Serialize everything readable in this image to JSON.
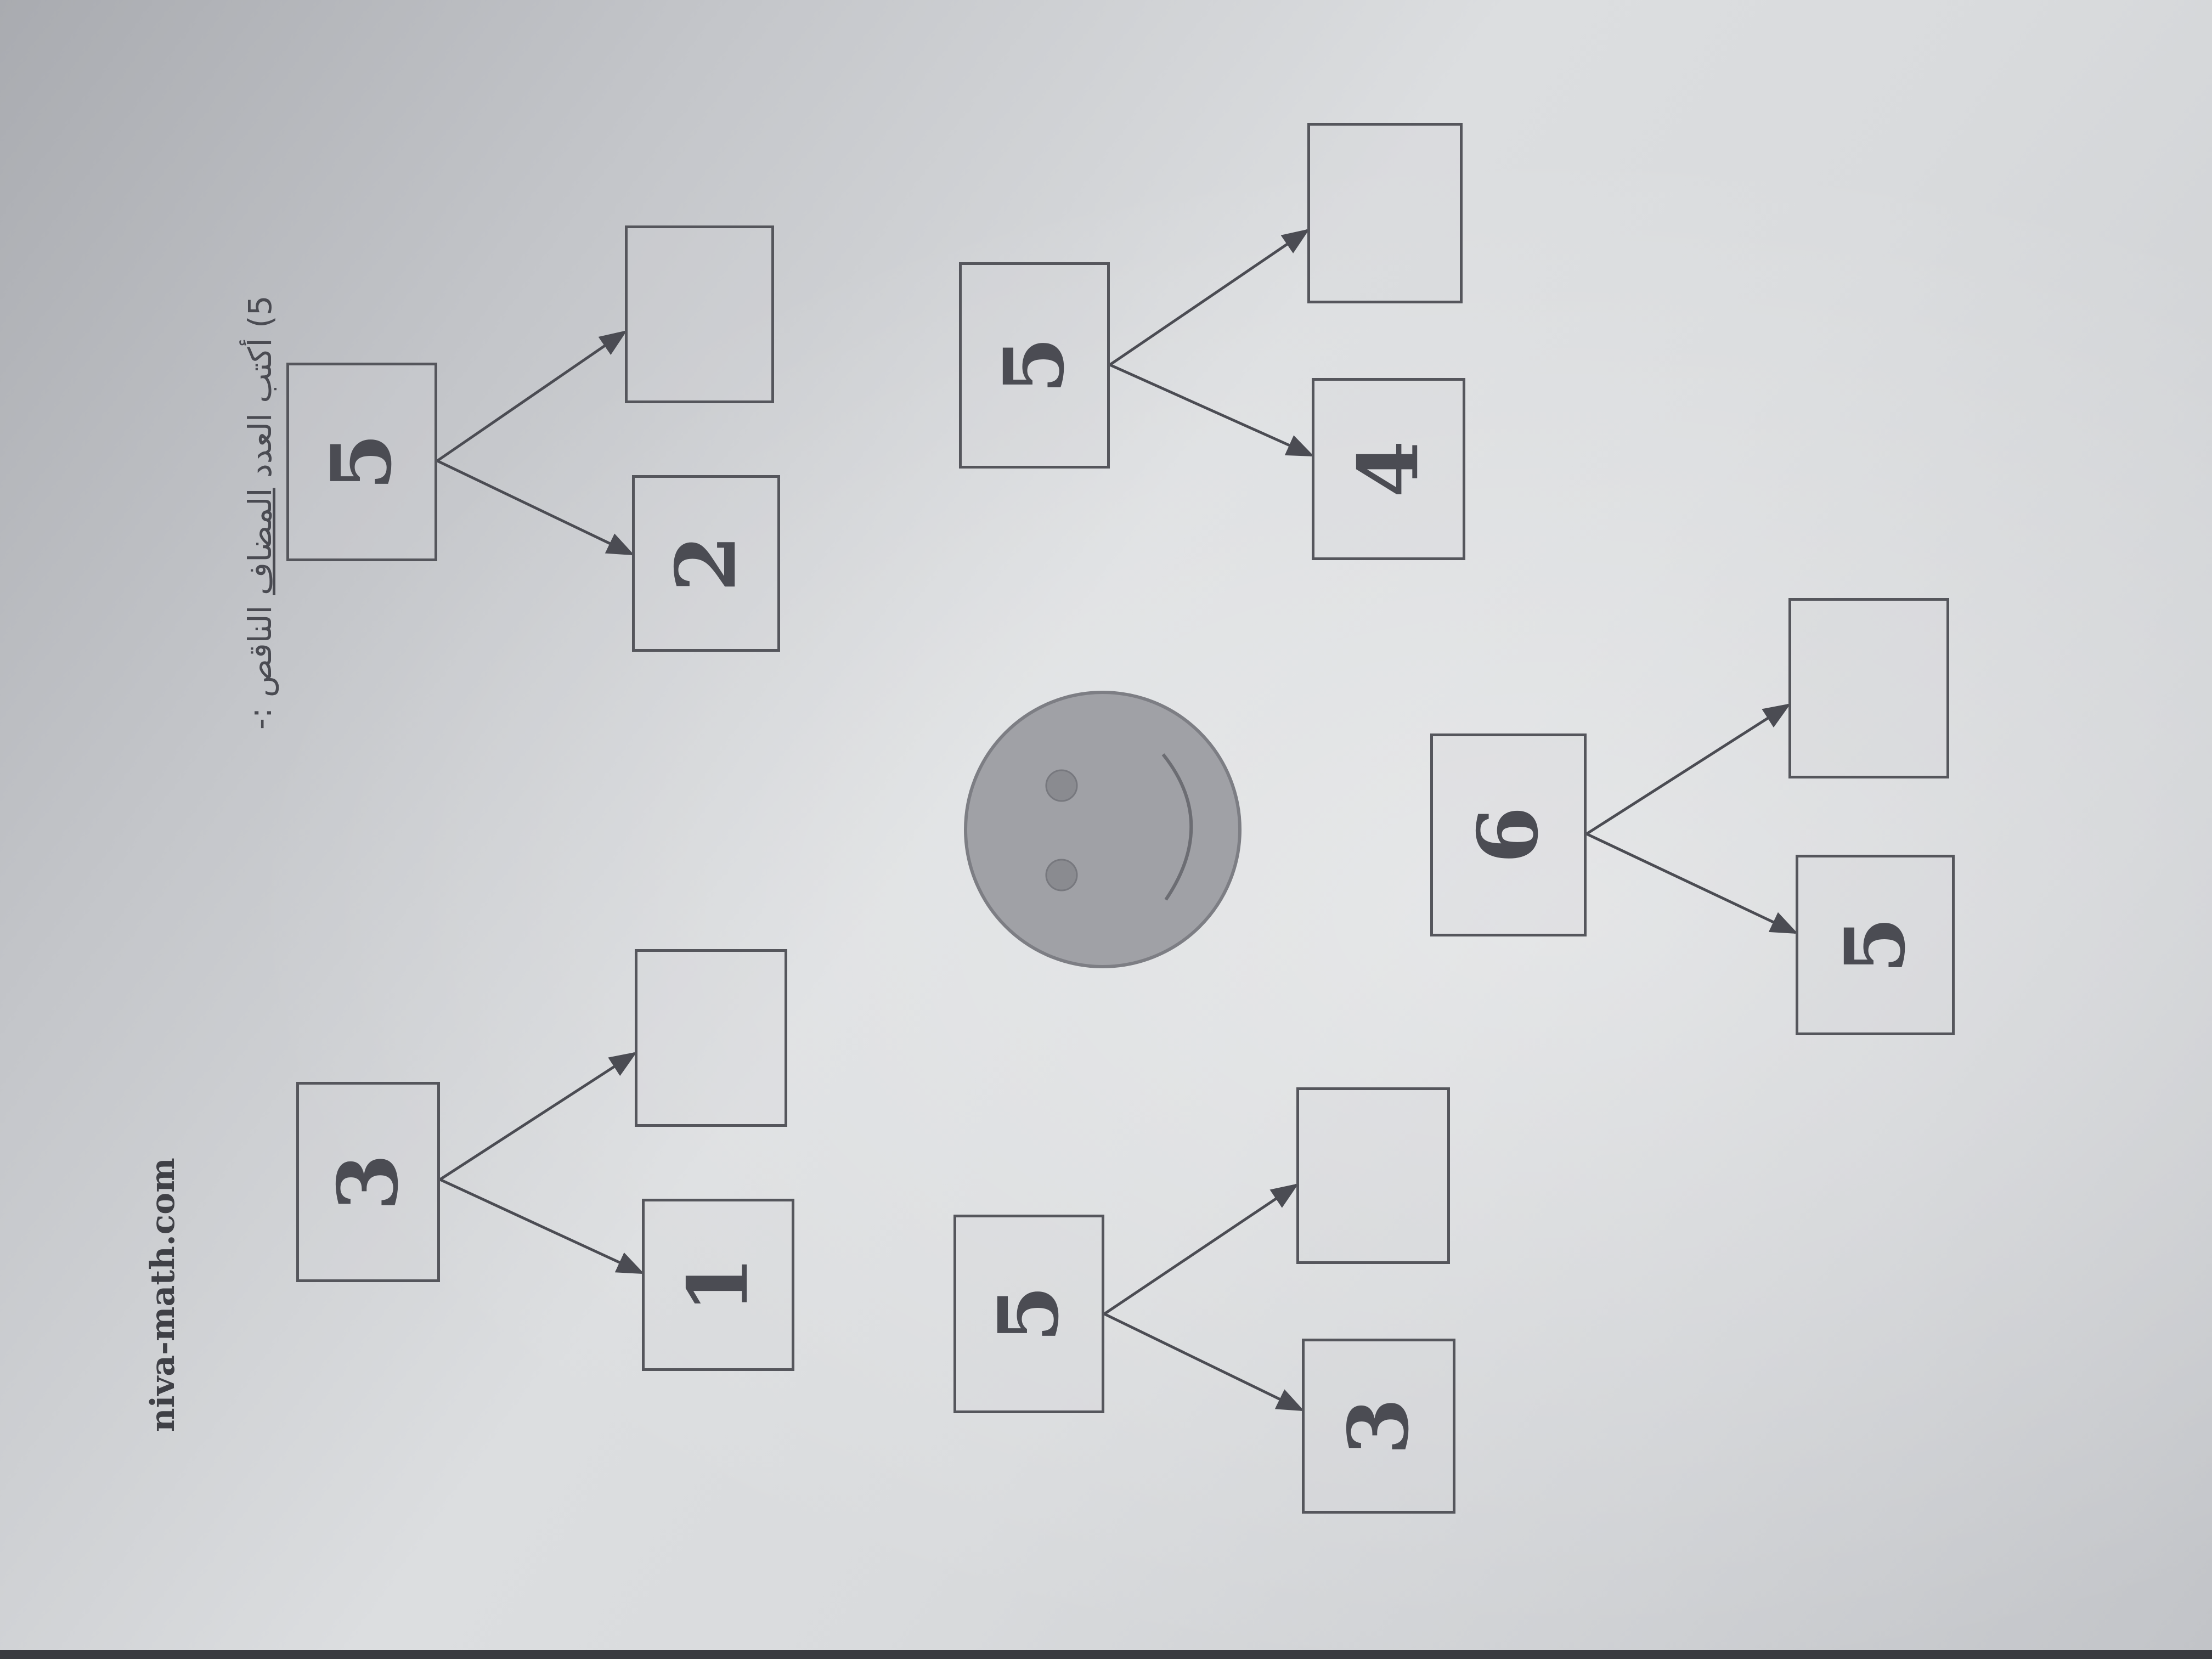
{
  "header": {
    "site": "niva-math.com",
    "exercise_number": "5)",
    "instruction_before": "أكتب العدد",
    "instruction_underlined": "المضاف",
    "instruction_after": "الناقص :-"
  },
  "trees": [
    {
      "total": "5",
      "known": "2",
      "missing": ""
    },
    {
      "total": "5",
      "known": "4",
      "missing": ""
    },
    {
      "total": "3",
      "known": "1",
      "missing": ""
    },
    {
      "total": "5",
      "known": "3",
      "missing": ""
    },
    {
      "total": "6",
      "known": "5",
      "missing": ""
    }
  ],
  "colors": {
    "ink": "#4b4c53",
    "paper": "#d9dbdd",
    "smiley": "#9a9ba0"
  }
}
